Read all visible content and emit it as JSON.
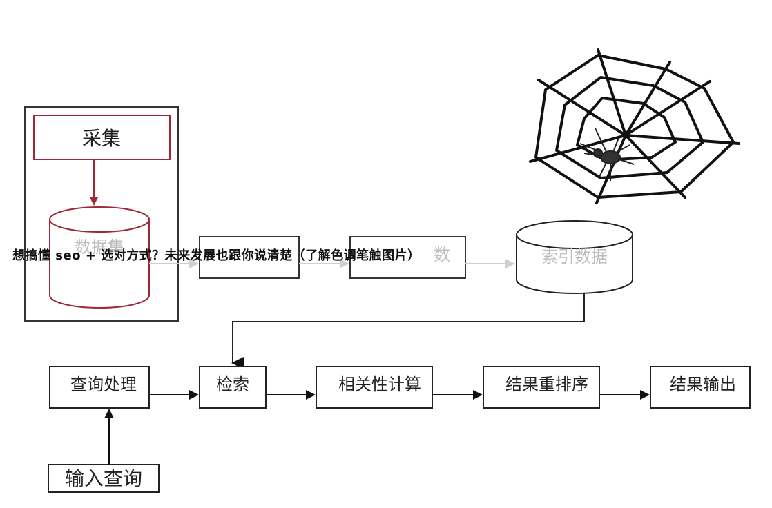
{
  "overlay": {
    "title": "想搞懂 seo + 选对方式？未来发展也跟你说清楚（了解色调笔触图片）"
  },
  "diagram": {
    "collect": "采集",
    "dataset": "数据集",
    "index_data": "索引数据",
    "query_processing": "查询处理",
    "retrieve": "检索",
    "relevance": "相关性计算",
    "rerank": "结果重排序",
    "output": "结果输出",
    "input_query": "输入查询",
    "faded_box_2_suffix": "数"
  },
  "colors": {
    "red_accent": "#a0283a",
    "line": "#222222",
    "faded": "#c8c8c8",
    "faded_text": "#bdbdbd"
  },
  "icons": [
    "spider-web-icon",
    "spider-icon"
  ]
}
